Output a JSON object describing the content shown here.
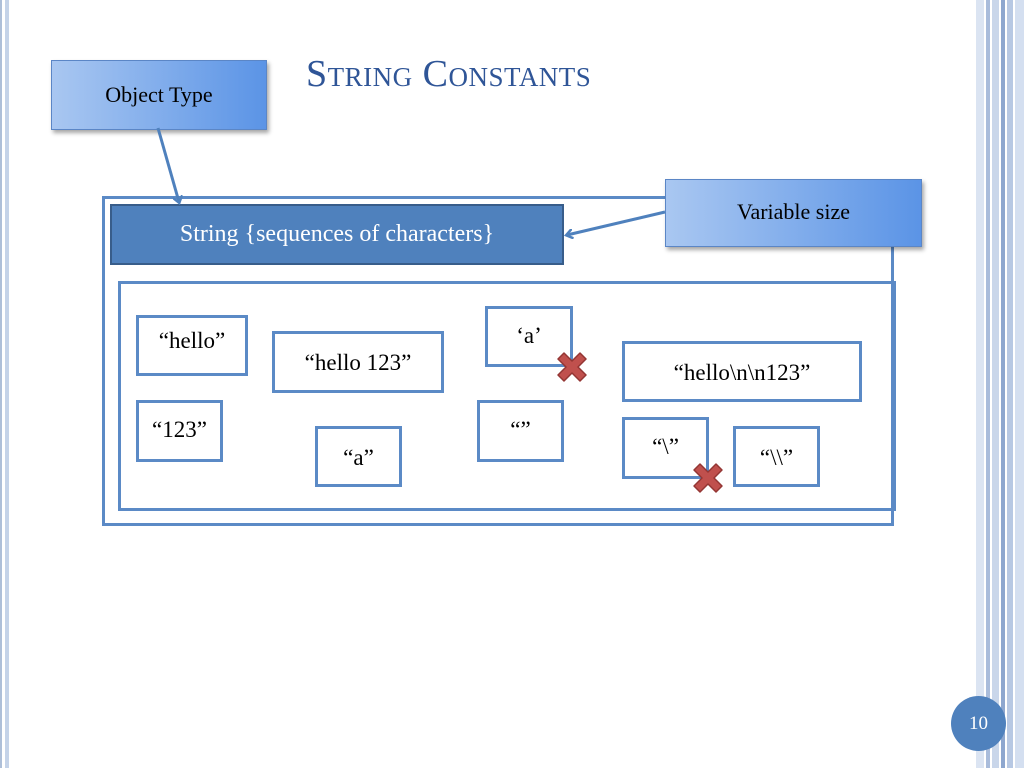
{
  "slide": {
    "title": "String Constants",
    "page_number": "10"
  },
  "callouts": {
    "object_type": "Object Type",
    "variable_size": "Variable size"
  },
  "type_header": "String {sequences of characters}",
  "values": {
    "hello": "“hello”",
    "hello_123": "“hello 123”",
    "char_a": "‘a’",
    "hello_escaped": "“hello\\n\\n123”",
    "num_123": "“123”",
    "str_a": "“a”",
    "empty": "“”",
    "backslash_quote": "“\\”",
    "double_backslash": "“\\\\”"
  },
  "colors": {
    "accent": "#4f81bd",
    "title": "#2f5597",
    "border": "#5b8ac6",
    "invalid_mark": "#c0504d"
  },
  "icons": {
    "invalid": "x-mark-icon",
    "arrow": "arrow-icon"
  }
}
